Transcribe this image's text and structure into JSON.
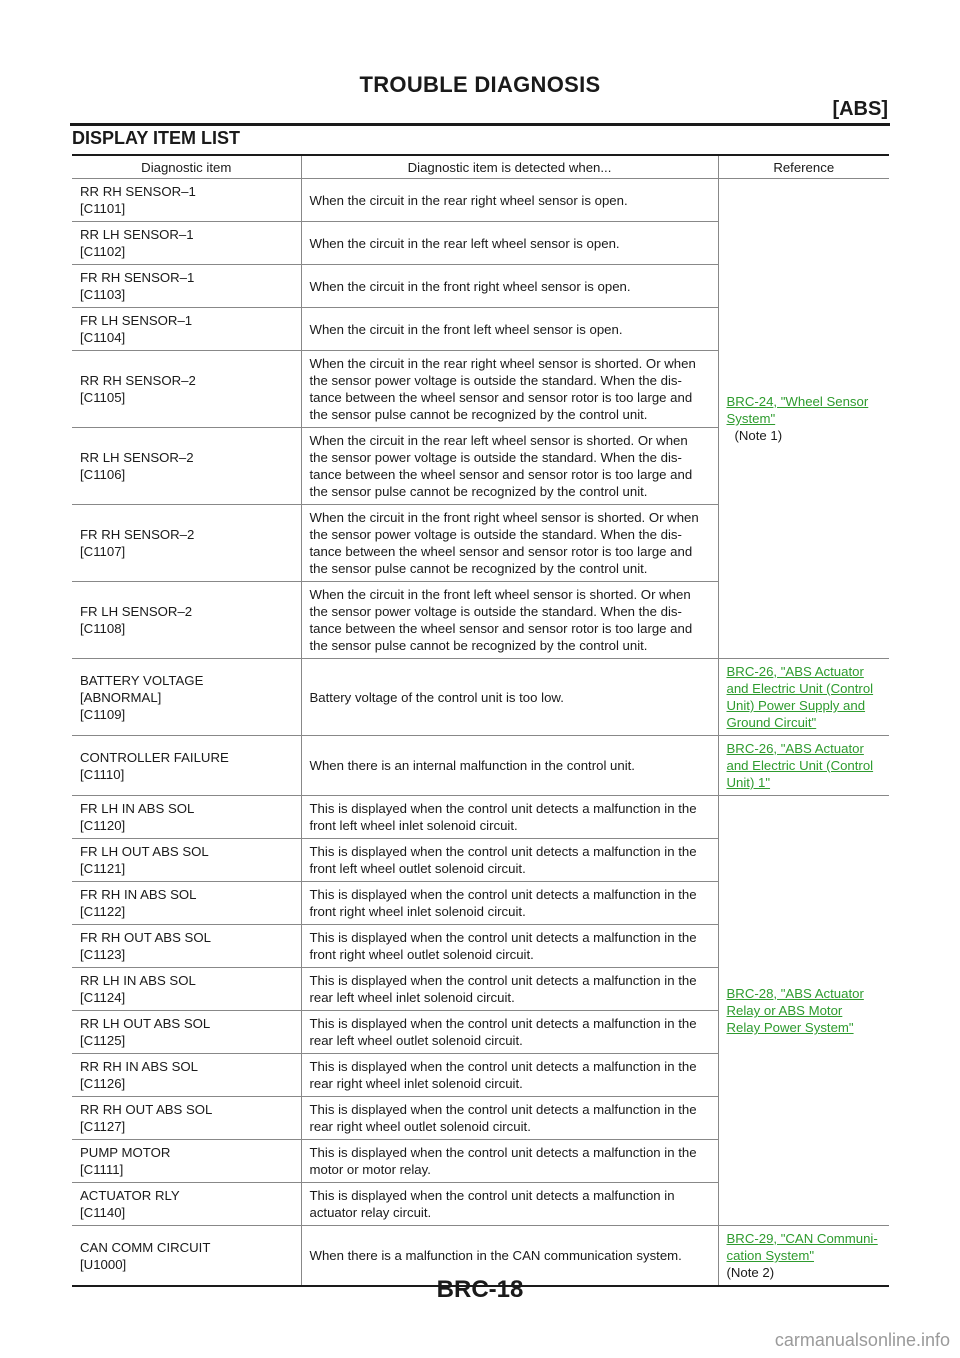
{
  "header": {
    "title": "TROUBLE DIAGNOSIS",
    "section": "[ABS]"
  },
  "heading": "DISPLAY ITEM LIST",
  "columns": [
    "Diagnostic item",
    "Diagnostic item is detected when...",
    "Reference"
  ],
  "rows": [
    {
      "item": [
        "RR RH SENSOR–1",
        "[C1101]"
      ],
      "desc": [
        "When the circuit in the rear right wheel sensor is open."
      ]
    },
    {
      "item": [
        "RR LH SENSOR–1",
        "[C1102]"
      ],
      "desc": [
        "When the circuit in the rear left wheel sensor is open."
      ]
    },
    {
      "item": [
        "FR RH SENSOR–1",
        "[C1103]"
      ],
      "desc": [
        "When the circuit in the front right wheel sensor is open."
      ]
    },
    {
      "item": [
        "FR LH SENSOR–1",
        "[C1104]"
      ],
      "desc": [
        "When the circuit in the front left wheel sensor is open."
      ]
    },
    {
      "item": [
        "RR RH SENSOR–2",
        "[C1105]"
      ],
      "desc": [
        "When the circuit in the rear right wheel sensor is shorted. Or when",
        "the sensor power voltage is outside the standard. When the dis-",
        "tance between the wheel sensor and sensor rotor is too large and",
        "the sensor pulse cannot be recognized by the control unit."
      ]
    },
    {
      "item": [
        "RR LH SENSOR–2",
        "[C1106]"
      ],
      "desc": [
        "When the circuit in the rear left wheel sensor is shorted. Or when",
        "the sensor power voltage is outside the standard. When the dis-",
        "tance between the wheel sensor and sensor rotor is too large and",
        "the sensor pulse cannot be recognized by the control unit."
      ]
    },
    {
      "item": [
        "FR RH SENSOR–2",
        "[C1107]"
      ],
      "desc": [
        "When the circuit in the front right wheel sensor is shorted. Or when",
        "the sensor power voltage is outside the standard. When the dis-",
        "tance between the wheel sensor and sensor rotor is too large and",
        "the sensor pulse cannot be recognized by the control unit."
      ]
    },
    {
      "item": [
        "FR LH SENSOR–2",
        "[C1108]"
      ],
      "desc": [
        "When the circuit in the front left wheel sensor is shorted. Or when",
        "the sensor power voltage is outside the standard. When the dis-",
        "tance between the wheel sensor and sensor rotor is too large and",
        "the sensor pulse cannot be recognized by the control unit."
      ]
    },
    {
      "item": [
        "BATTERY VOLTAGE",
        "[ABNORMAL]",
        "[C1109]"
      ],
      "desc": [
        "Battery voltage of the control unit is too low."
      ]
    },
    {
      "item": [
        "CONTROLLER FAILURE",
        "[C1110]"
      ],
      "desc": [
        "When there is an internal malfunction in the control unit."
      ]
    },
    {
      "item": [
        "FR LH IN ABS SOL",
        "[C1120]"
      ],
      "desc": [
        "This is displayed when the control unit detects a malfunction in the",
        "front left wheel inlet solenoid circuit."
      ]
    },
    {
      "item": [
        "FR LH OUT ABS SOL",
        "[C1121]"
      ],
      "desc": [
        "This is displayed when the control unit detects a malfunction in the",
        "front left wheel outlet solenoid circuit."
      ]
    },
    {
      "item": [
        "FR RH IN ABS SOL",
        "[C1122]"
      ],
      "desc": [
        "This is displayed when the control unit detects a malfunction in the",
        "front right wheel inlet solenoid circuit."
      ]
    },
    {
      "item": [
        "FR RH OUT ABS SOL",
        "[C1123]"
      ],
      "desc": [
        "This is displayed when the control unit detects a malfunction in the",
        "front right wheel outlet solenoid circuit."
      ]
    },
    {
      "item": [
        "RR LH IN ABS SOL",
        "[C1124]"
      ],
      "desc": [
        "This is displayed when the control unit detects a malfunction in the",
        "rear left wheel inlet solenoid circuit."
      ]
    },
    {
      "item": [
        "RR LH OUT ABS SOL",
        "[C1125]"
      ],
      "desc": [
        "This is displayed when the control unit detects a malfunction in the",
        "rear left wheel outlet solenoid circuit."
      ]
    },
    {
      "item": [
        "RR RH IN ABS SOL",
        "[C1126]"
      ],
      "desc": [
        "This is displayed when the control unit detects a malfunction in the",
        "rear right wheel inlet solenoid circuit."
      ]
    },
    {
      "item": [
        "RR RH OUT ABS SOL",
        "[C1127]"
      ],
      "desc": [
        "This is displayed when the control unit detects a malfunction in the",
        "rear right wheel outlet solenoid circuit."
      ]
    },
    {
      "item": [
        "PUMP MOTOR",
        "[C1111]"
      ],
      "desc": [
        "This is displayed when the control unit detects a malfunction in the",
        "motor or motor relay."
      ]
    },
    {
      "item": [
        "ACTUATOR RLY",
        "[C1140]"
      ],
      "desc": [
        "This is displayed when the control unit detects a malfunction in",
        "actuator relay circuit."
      ]
    },
    {
      "item": [
        "CAN COMM CIRCUIT",
        "[U1000]"
      ],
      "desc": [
        "When there is a malfunction in the CAN communication system."
      ]
    }
  ],
  "references": [
    {
      "link": [
        "BRC-24, \"Wheel Sensor ",
        "System\""
      ],
      "note": "(Note 1)"
    },
    {
      "link": [
        "BRC-26, \"ABS Actuator ",
        "and Electric Unit (Control ",
        "Unit) Power Supply and ",
        "Ground Circuit\""
      ]
    },
    {
      "link": [
        "BRC-26, \"ABS Actuator ",
        "and Electric Unit (Control ",
        "Unit) 1\""
      ]
    },
    {
      "link": [
        "BRC-28, \"ABS Actuator ",
        "Relay or ABS Motor ",
        "Relay Power System\""
      ]
    },
    {
      "link": [
        "BRC-29, \"CAN Communi-",
        "cation System\""
      ],
      "note": "(Note 2)"
    }
  ],
  "footer": {
    "page_number": "BRC-18"
  },
  "watermark": "carmanualsonline.info"
}
